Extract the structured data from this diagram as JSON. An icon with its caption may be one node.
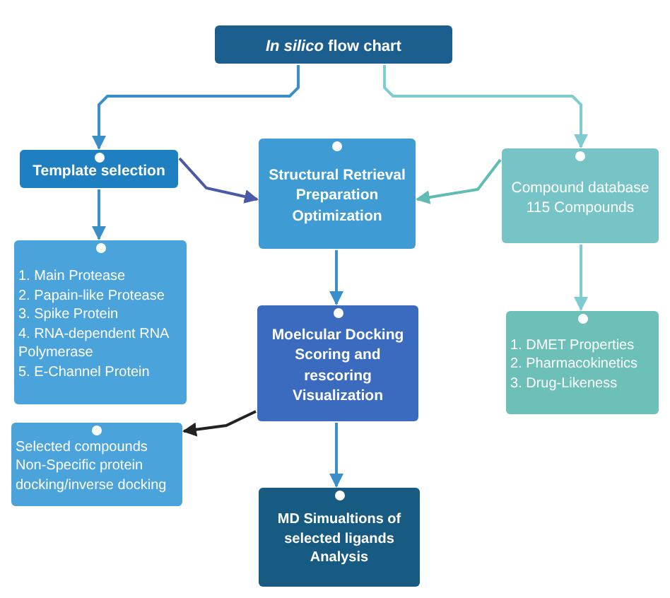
{
  "diagram": {
    "nodes": [
      {
        "text": [
          "*In silico* flow chart"
        ]
      },
      {
        "text": [
          "Template selection"
        ]
      },
      {
        "text": [
          "Structural Retrieval",
          "Preparation",
          "Optimization"
        ]
      },
      {
        "text": [
          "Compound database",
          "115 Compounds"
        ]
      },
      {
        "text": [
          "1. Main Protease",
          "2. Papain-like Protease",
          "3. Spike Protein",
          "4. RNA-dependent RNA Polymerase",
          "5. E-Channel Protein"
        ]
      },
      {
        "text": [
          "Moelcular Docking",
          "Scoring and rescoring",
          "Visualization"
        ]
      },
      {
        "text": [
          "1. DMET Properties",
          "2. Pharmacokinetics",
          "3. Drug-Likeness"
        ]
      },
      {
        "text": [
          "Selected compounds",
          "Non-Specific protein docking/inverse docking"
        ]
      },
      {
        "text": [
          "MD Simualtions of selected ligands",
          "Analysis"
        ]
      }
    ],
    "edges": [
      {
        "from": 0,
        "to": 1,
        "arrow": "to"
      },
      {
        "from": 0,
        "to": 3,
        "arrow": "to",
        "color": "#7ecbd0"
      },
      {
        "from": 1,
        "to": 2,
        "arrow": "to",
        "color": "#4a5aa8"
      },
      {
        "from": 3,
        "to": 2,
        "arrow": "to",
        "color": "#5fbcb4"
      },
      {
        "from": 1,
        "to": 4,
        "arrow": "to"
      },
      {
        "from": 2,
        "to": 5,
        "arrow": "to"
      },
      {
        "from": 3,
        "to": 6,
        "arrow": "to",
        "color": "#7ecbd0"
      },
      {
        "from": 5,
        "to": 7,
        "arrow": "to",
        "color": "#222222"
      },
      {
        "from": 5,
        "to": 8,
        "arrow": "to"
      }
    ]
  }
}
